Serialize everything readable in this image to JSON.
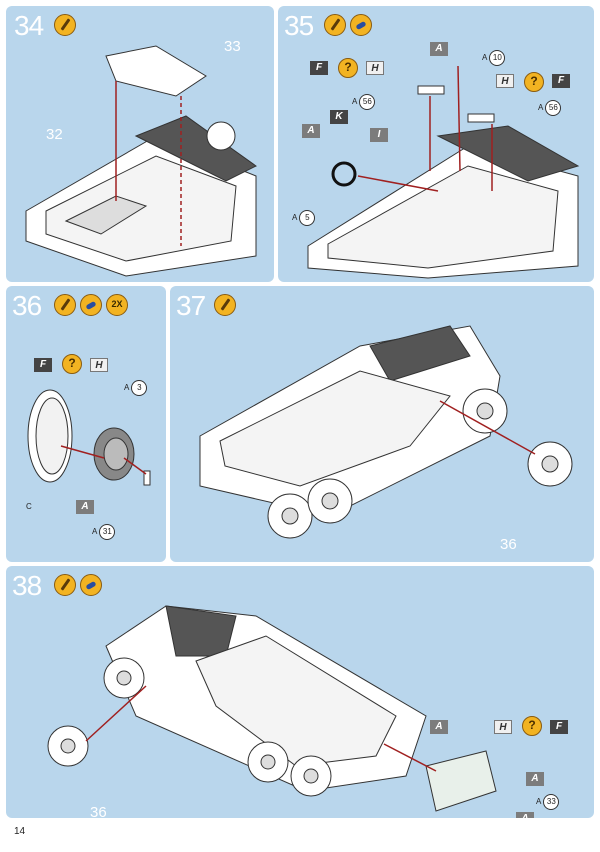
{
  "page_number": "14",
  "steps": [
    {
      "number": "34",
      "labels": [
        "33",
        "32"
      ]
    },
    {
      "number": "35",
      "callouts": {
        "f": "F",
        "h": "H",
        "q": "?",
        "a": "A",
        "k": "K",
        "i": "I"
      },
      "refs": [
        "A",
        "10",
        "A",
        "56",
        "A",
        "56",
        "A",
        "5"
      ]
    },
    {
      "number": "36",
      "badge": "2X",
      "callouts": {
        "f": "F",
        "h": "H",
        "q": "?",
        "a": "A"
      },
      "refs": [
        "A",
        "3",
        "A",
        "31",
        "C"
      ]
    },
    {
      "number": "37",
      "labels": [
        "36"
      ]
    },
    {
      "number": "38",
      "labels": [
        "36"
      ],
      "callouts": {
        "f": "F",
        "h": "H",
        "q": "?",
        "a": "A"
      },
      "refs": [
        "A",
        "33"
      ]
    }
  ]
}
